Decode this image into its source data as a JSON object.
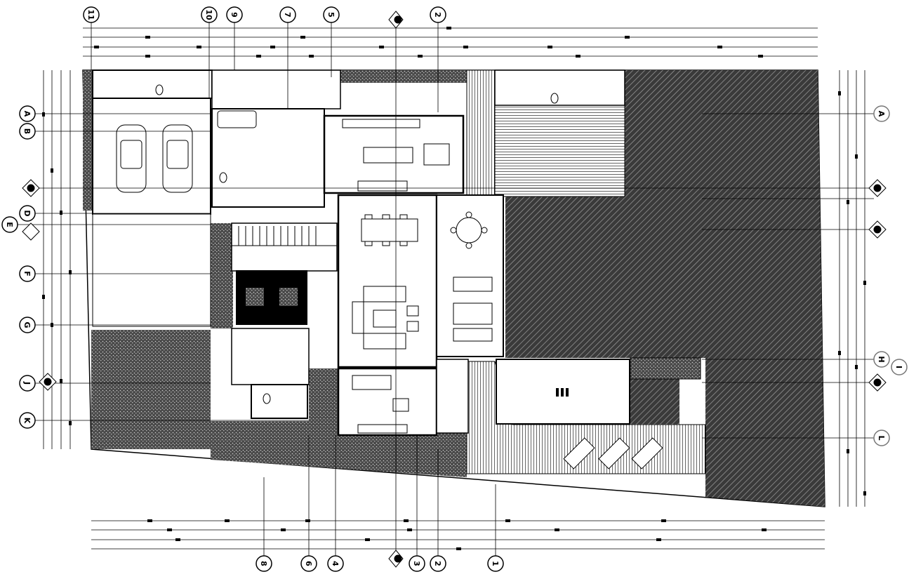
{
  "grid_top": [
    "11",
    "10",
    "9",
    "7",
    "5",
    "2"
  ],
  "grid_bottom": [
    "8",
    "6",
    "4",
    "3",
    "2",
    "1"
  ],
  "grid_left": [
    "A",
    "B",
    "D",
    "E",
    "F",
    "G",
    "J",
    "K"
  ],
  "grid_right": [
    "A",
    "H",
    "I",
    "L"
  ],
  "colors": {
    "ink": "#000000",
    "paper": "#ffffff"
  },
  "icons": [
    "section-marker-icon",
    "car-icon",
    "toilet-icon",
    "round-table-icon",
    "sun-lounger-icon"
  ]
}
